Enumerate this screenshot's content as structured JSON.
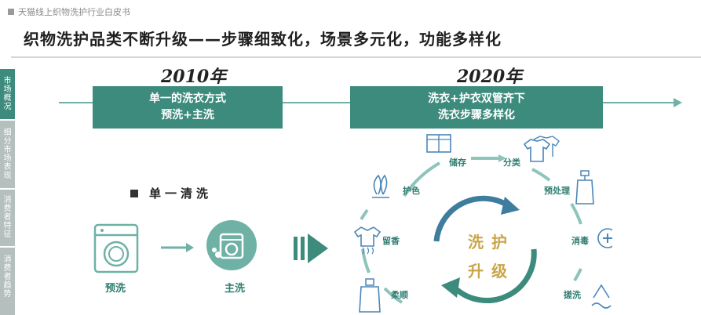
{
  "header": {
    "tag": "天猫线上织物洗护行业白皮书"
  },
  "title": "织物洗护品类不断升级——步骤细致化，场景多元化，功能多样化",
  "sidebar": {
    "items": [
      {
        "label": "市场概况",
        "active": true
      },
      {
        "label": "细分市场表现",
        "active": false
      },
      {
        "label": "消费者特征",
        "active": false
      },
      {
        "label": "消费者趋势",
        "active": false
      }
    ]
  },
  "timeline": {
    "year_left": "2010年",
    "year_right": "2020年",
    "box_left": {
      "line1": "单一的洗衣方式",
      "line2": "预洗+主洗"
    },
    "box_right": {
      "line1": "洗衣+护衣双管齐下",
      "line2": "洗衣步骤多样化"
    }
  },
  "single": {
    "heading": "单一清洗",
    "prewash_label": "预洗",
    "mainwash_label": "主洗"
  },
  "cycle": {
    "center_line1": "洗护",
    "center_line2": "升级",
    "steps": [
      "储存",
      "分类",
      "预处理",
      "消毒",
      "搓洗",
      "柔顺",
      "留香",
      "护色"
    ]
  },
  "colors": {
    "accent": "#3d8b7d",
    "light_accent": "#6fb1a5",
    "gold": "#c9a548",
    "icon_blue": "#4a86b8"
  }
}
